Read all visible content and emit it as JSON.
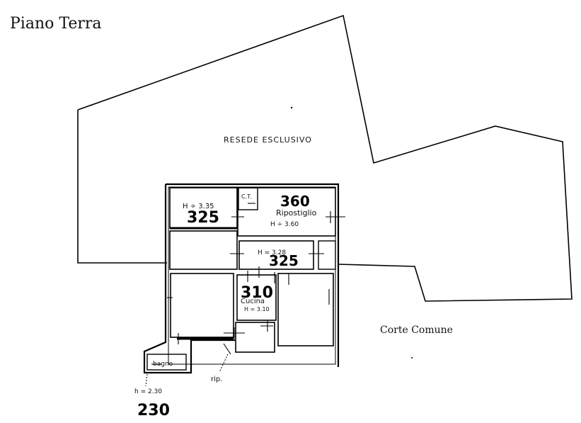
{
  "title": "Piano Terra",
  "areas": {
    "resede": "RESEDE ESCLUSIVO",
    "corte": "Corte Comune"
  },
  "rooms": {
    "ct": "C.T.",
    "ripostiglio": "Ripostiglio",
    "cucina": "Cucina",
    "bagno": "bagno",
    "rip": "rip."
  },
  "heights": {
    "h_335": "H ÷ 3.35",
    "h_360": "H ÷ 3.60",
    "h_328": "H = 3.28",
    "h_310": "H = 3.10",
    "h_230": "h = 2.30"
  },
  "annotations": {
    "a_325_left": "325",
    "a_360": "360",
    "a_325_mid": "325",
    "a_310": "310",
    "a_230": "230"
  }
}
